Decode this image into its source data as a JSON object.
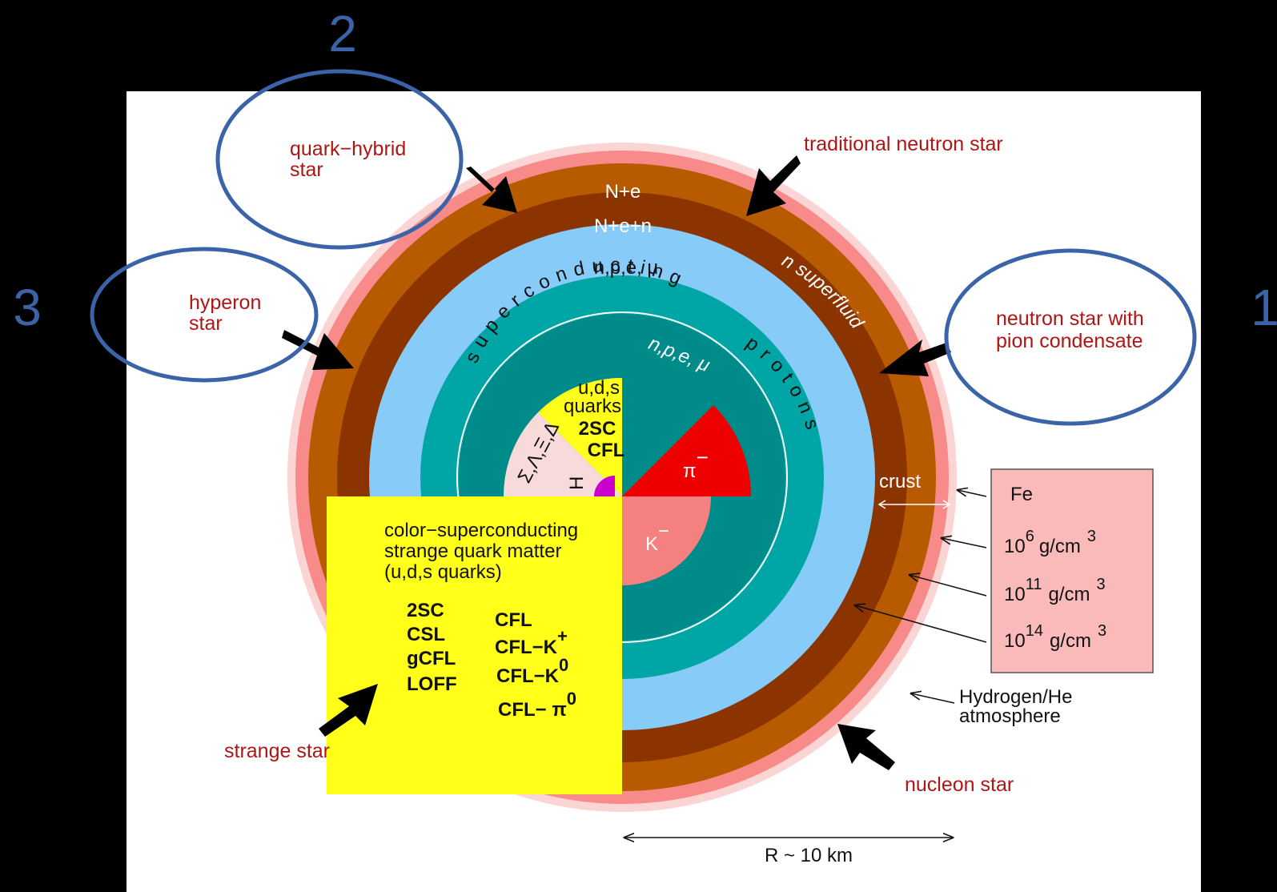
{
  "callouts": {
    "one": "1",
    "two": "2",
    "three": "3"
  },
  "star_types": {
    "quark_hybrid_l1": "quark−hybrid",
    "quark_hybrid_l2": "star",
    "traditional": "traditional neutron star",
    "hyperon_l1": "hyperon",
    "hyperon_l2": "star",
    "pion_l1": "neutron star with",
    "pion_l2": "pion condensate",
    "strange": "strange star",
    "nucleon": "nucleon star"
  },
  "layers": {
    "ne": "N+e",
    "nen": "N+e+n",
    "npe_mu": "n,p,e, μ",
    "n_superfluid": "n superfluid",
    "superconducting": "superconducting",
    "protons": "protons",
    "npe_mu_inner": "n,p,e, μ",
    "crust": "crust"
  },
  "core": {
    "uds_l1": "u,d,s",
    "uds_l2": "quarks",
    "twosc": "2SC",
    "cfl": "CFL",
    "hyperons": "Σ,Λ,Ξ,Δ",
    "h": "H",
    "pi": "π",
    "pi_sup": "−",
    "k": "K",
    "k_sup": "−"
  },
  "quark_matter": {
    "l1": "color−superconducting",
    "l2": "strange quark matter",
    "l3": "(u,d,s quarks)",
    "left": [
      "2SC",
      "CSL",
      "gCFL",
      "LOFF"
    ],
    "cfl": "CFL",
    "cfl_k": "CFL−K",
    "cfl_k_sup": "+",
    "cfl_k0": "CFL−K",
    "cfl_k0_sup": "0",
    "cfl_pi": "CFL− π",
    "cfl_pi_sup": "0"
  },
  "density_box": {
    "fe": "Fe",
    "d1_base": "10",
    "d1_exp": "6",
    "d1_unit": "g/cm",
    "d1_unit_exp": "3",
    "d2_base": "10",
    "d2_exp": "11",
    "d2_unit": "g/cm",
    "d2_unit_exp": "3",
    "d3_base": "10",
    "d3_exp": "14",
    "d3_unit": "g/cm",
    "d3_unit_exp": "3"
  },
  "atmosphere": {
    "l1": "Hydrogen/He",
    "l2": "atmosphere"
  },
  "radius": "R ~ 10 km",
  "colors": {
    "background": "#000000",
    "panel": "#ffffff",
    "outer_halo": "#fbd4d4",
    "outer_pink": "#f98a8a",
    "orange": "#b85a00",
    "dark_brown": "#8c3400",
    "light_blue": "#87cbf8",
    "teal": "#00a5a5",
    "dark_teal": "#008b8b",
    "yellow": "#ffff1a",
    "red": "#ee0000",
    "salmon": "#f58080",
    "pale_pink": "#f9dada",
    "magenta": "#cc00cc",
    "box_fill": "#fbbaba",
    "label_red": "#b01515",
    "callout_blue": "#3a63a8"
  }
}
